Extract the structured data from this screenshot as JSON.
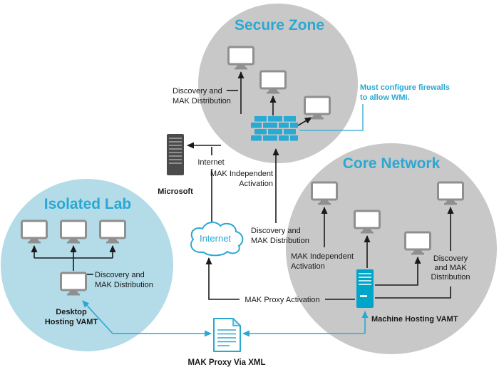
{
  "colors": {
    "accent": "#2BA8D2",
    "zone_gray": "#C8C8C8",
    "lab_blue": "#B3DBE8",
    "server_teal": "#00A5CA",
    "server_dark": "#4B4B4B",
    "line_black": "#1A1A1A"
  },
  "zones": {
    "secure_zone": {
      "title": "Secure Zone",
      "discovery": [
        "Discovery and",
        "MAK Distribution"
      ],
      "wmi_note": [
        "Must configure firewalls",
        "to allow WMI."
      ]
    },
    "core_network": {
      "title": "Core Network",
      "mak_independent": [
        "MAK Independent",
        "Activation"
      ],
      "discovery": [
        "Discovery",
        "and MAK",
        "Distribution"
      ],
      "server": "Machine Hosting VAMT"
    },
    "isolated_lab": {
      "title": "Isolated Lab",
      "discovery": [
        "Discovery and",
        "MAK Distribution"
      ],
      "desktop": [
        "Desktop",
        "Hosting VAMT"
      ]
    }
  },
  "center": {
    "microsoft": "Microsoft",
    "internet_arrow": "Internet",
    "mak_independent": [
      "MAK Independent",
      "Activation"
    ],
    "cloud": "Internet",
    "discovery": [
      "Discovery and",
      "MAK Distribution"
    ],
    "mak_proxy": "MAK Proxy Activation",
    "xml_doc": "MAK Proxy Via XML"
  },
  "icons": {
    "monitor": "monitor-icon",
    "firewall": "firewall-icon",
    "microsoft_server": "server-tower-icon",
    "vamt_server": "server-tower-icon",
    "cloud": "cloud-icon",
    "document": "xml-document-icon"
  }
}
